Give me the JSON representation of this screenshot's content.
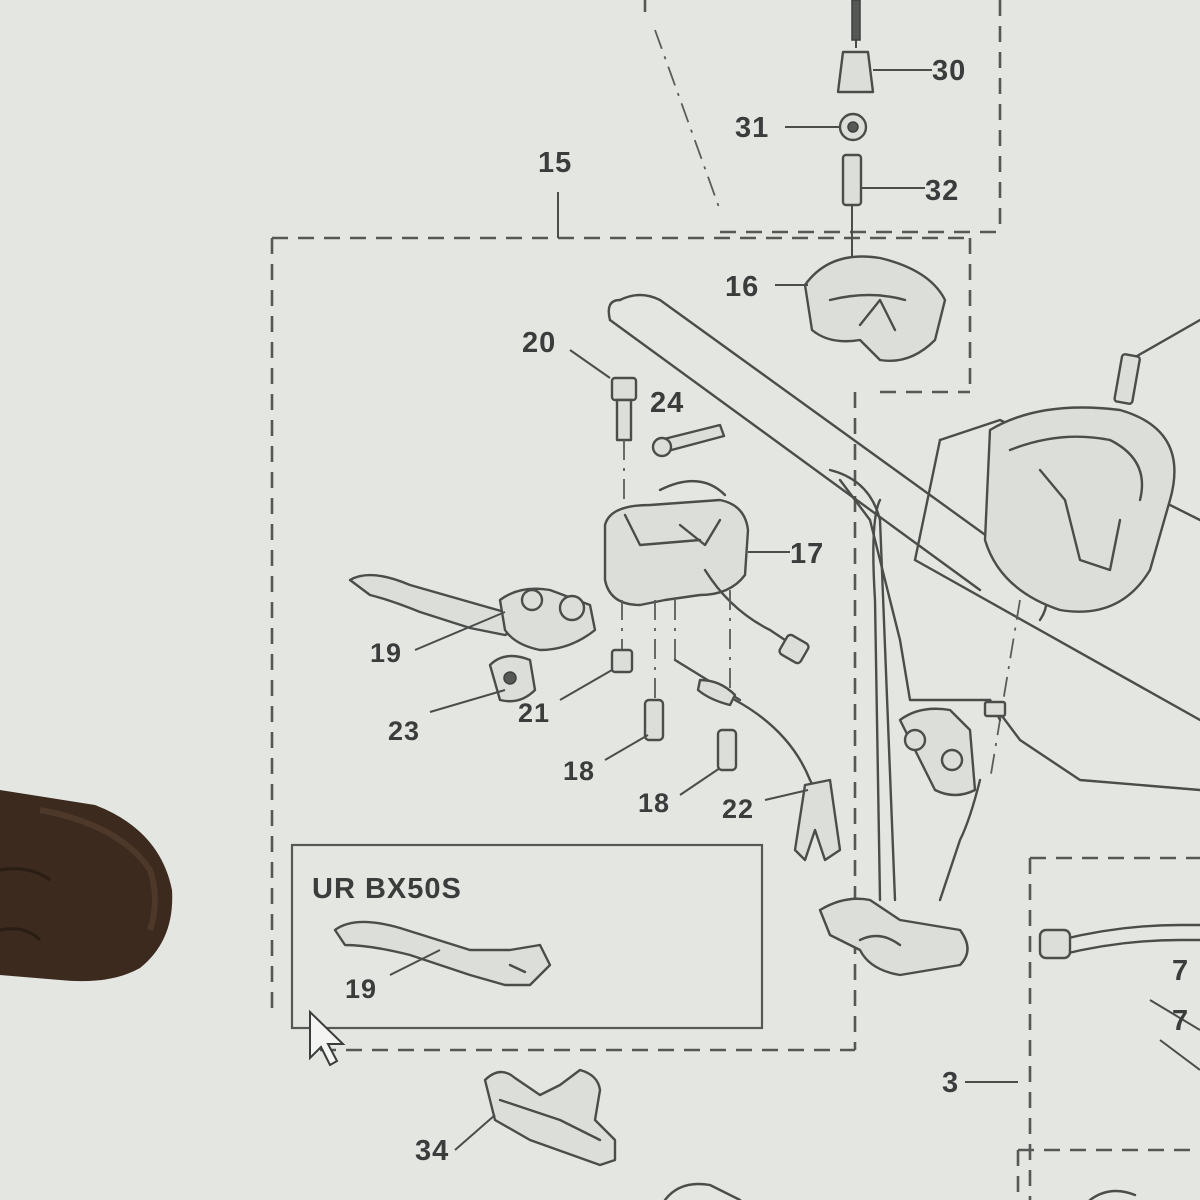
{
  "diagram": {
    "callouts": {
      "c30": "30",
      "c31": "31",
      "c32": "32",
      "c15": "15",
      "c16": "16",
      "c20": "20",
      "c24": "24",
      "c17": "17",
      "c19": "19",
      "c23": "23",
      "c21": "21",
      "c18a": "18",
      "c18b": "18",
      "c22": "22",
      "c3": "3",
      "c34": "34",
      "c7a": "7",
      "c7b": "7",
      "c19b": "19"
    },
    "variant_box": {
      "title": "UR BX50S"
    }
  },
  "colors": {
    "paper": "#e4e6e2",
    "ink": "#4a4d4a",
    "finger": "#3b2a1d"
  }
}
